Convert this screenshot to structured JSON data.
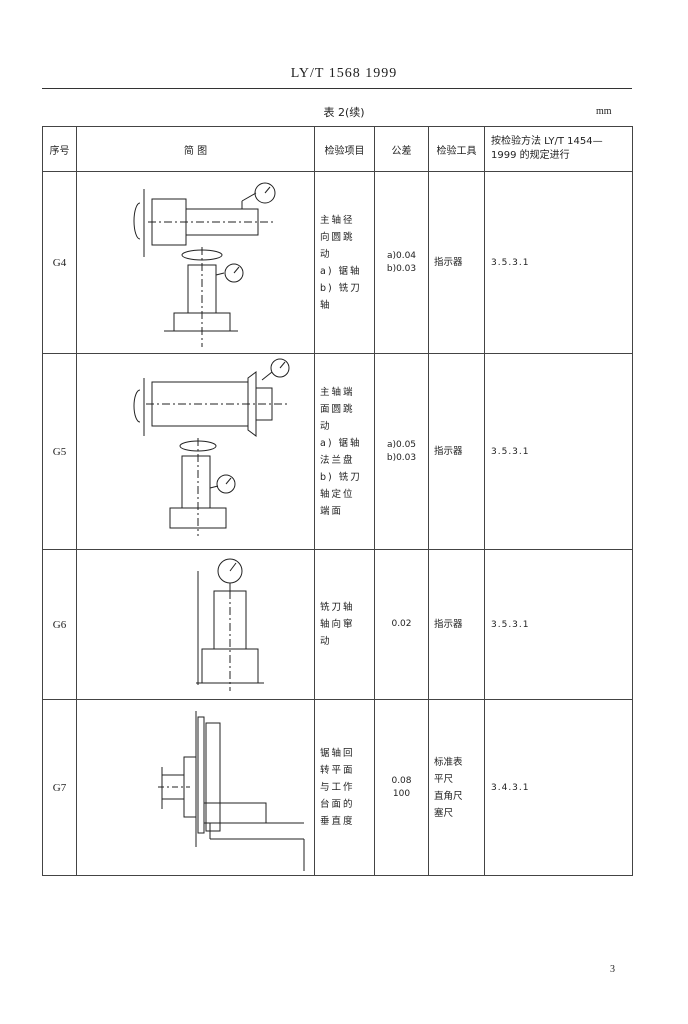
{
  "header": {
    "standard": "LY/T 1568  1999"
  },
  "table": {
    "caption": "表 2(续)",
    "unit": "mm",
    "columns": {
      "no": "序号",
      "figure": "简      图",
      "item": "检验项目",
      "tolerance": "公差",
      "tool": "检验工具",
      "method": "按检验方法 LY/T 1454—1999 的规定进行"
    },
    "rows": [
      {
        "no": "G4",
        "item": [
          "主轴径",
          "向圆跳",
          "动",
          "a) 锯轴",
          "b) 铣刀",
          "轴"
        ],
        "tolerance": [
          "a)0.04",
          "b)0.03"
        ],
        "tool": [
          "指示器"
        ],
        "method": "3.5.3.1"
      },
      {
        "no": "G5",
        "item": [
          "主轴端",
          "面圆跳",
          "动",
          "a) 锯轴",
          "法兰盘",
          "b) 铣刀",
          "轴定位",
          "端面"
        ],
        "tolerance": [
          "a)0.05",
          "b)0.03"
        ],
        "tool": [
          "指示器"
        ],
        "method": "3.5.3.1"
      },
      {
        "no": "G6",
        "item": [
          "铣刀轴",
          "轴向窜",
          "动"
        ],
        "tolerance": [
          "0.02"
        ],
        "tool": [
          "指示器"
        ],
        "method": "3.5.3.1"
      },
      {
        "no": "G7",
        "item": [
          "锯轴回",
          "转平面",
          "与工作",
          "台面的",
          "垂直度"
        ],
        "tolerance": [
          "0.08",
          "100"
        ],
        "tool": [
          "标准表",
          "平尺",
          "直角尺",
          "塞尺"
        ],
        "method": "3.4.3.1"
      }
    ]
  },
  "page": {
    "number": "3"
  }
}
